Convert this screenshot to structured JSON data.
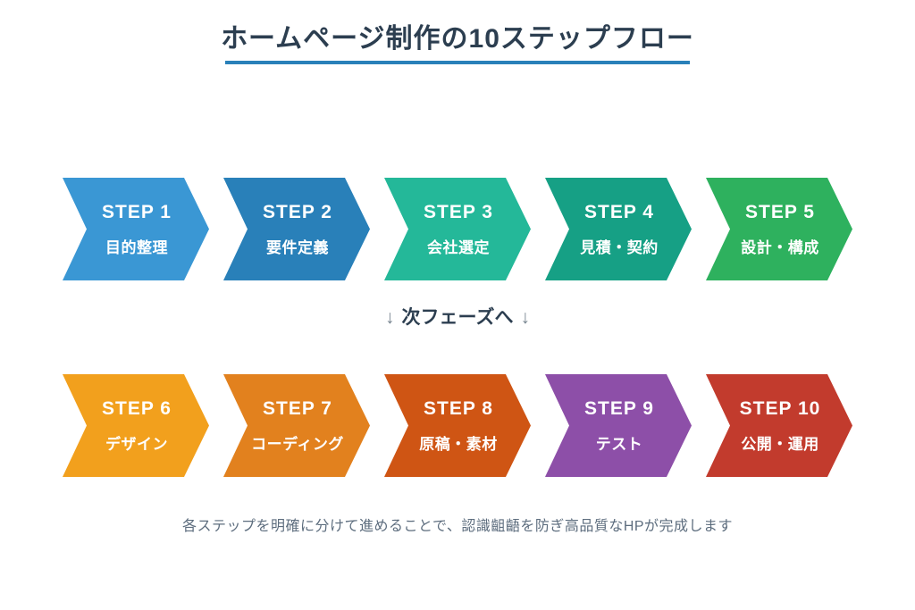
{
  "title": "ホームページ制作の10ステップフロー",
  "divider": {
    "arrow": "↓",
    "label": "次フェーズへ"
  },
  "footer": "各ステップを明確に分けて進めることで、認識齟齬を防ぎ高品質なHPが完成します",
  "colors": {
    "title_text": "#2c3e50",
    "title_underline": "#2980b9",
    "divider_arrow": "#76848f",
    "footer_text": "#5d6d7e",
    "step_text": "#ffffff"
  },
  "phases": [
    {
      "name": "phase-1",
      "steps": [
        {
          "step": "STEP 1",
          "label": "目的整理",
          "color": "#3a97d4"
        },
        {
          "step": "STEP 2",
          "label": "要件定義",
          "color": "#2980b9"
        },
        {
          "step": "STEP 3",
          "label": "会社選定",
          "color": "#24b899"
        },
        {
          "step": "STEP 4",
          "label": "見積・契約",
          "color": "#16a085"
        },
        {
          "step": "STEP 5",
          "label": "設計・構成",
          "color": "#2eb15e"
        }
      ]
    },
    {
      "name": "phase-2",
      "steps": [
        {
          "step": "STEP 6",
          "label": "デザイン",
          "color": "#f2a01d"
        },
        {
          "step": "STEP 7",
          "label": "コーディング",
          "color": "#e2811e"
        },
        {
          "step": "STEP 8",
          "label": "原稿・素材",
          "color": "#cf5514"
        },
        {
          "step": "STEP 9",
          "label": "テスト",
          "color": "#8d4fa8"
        },
        {
          "step": "STEP 10",
          "label": "公開・運用",
          "color": "#c23b2d"
        }
      ]
    }
  ]
}
